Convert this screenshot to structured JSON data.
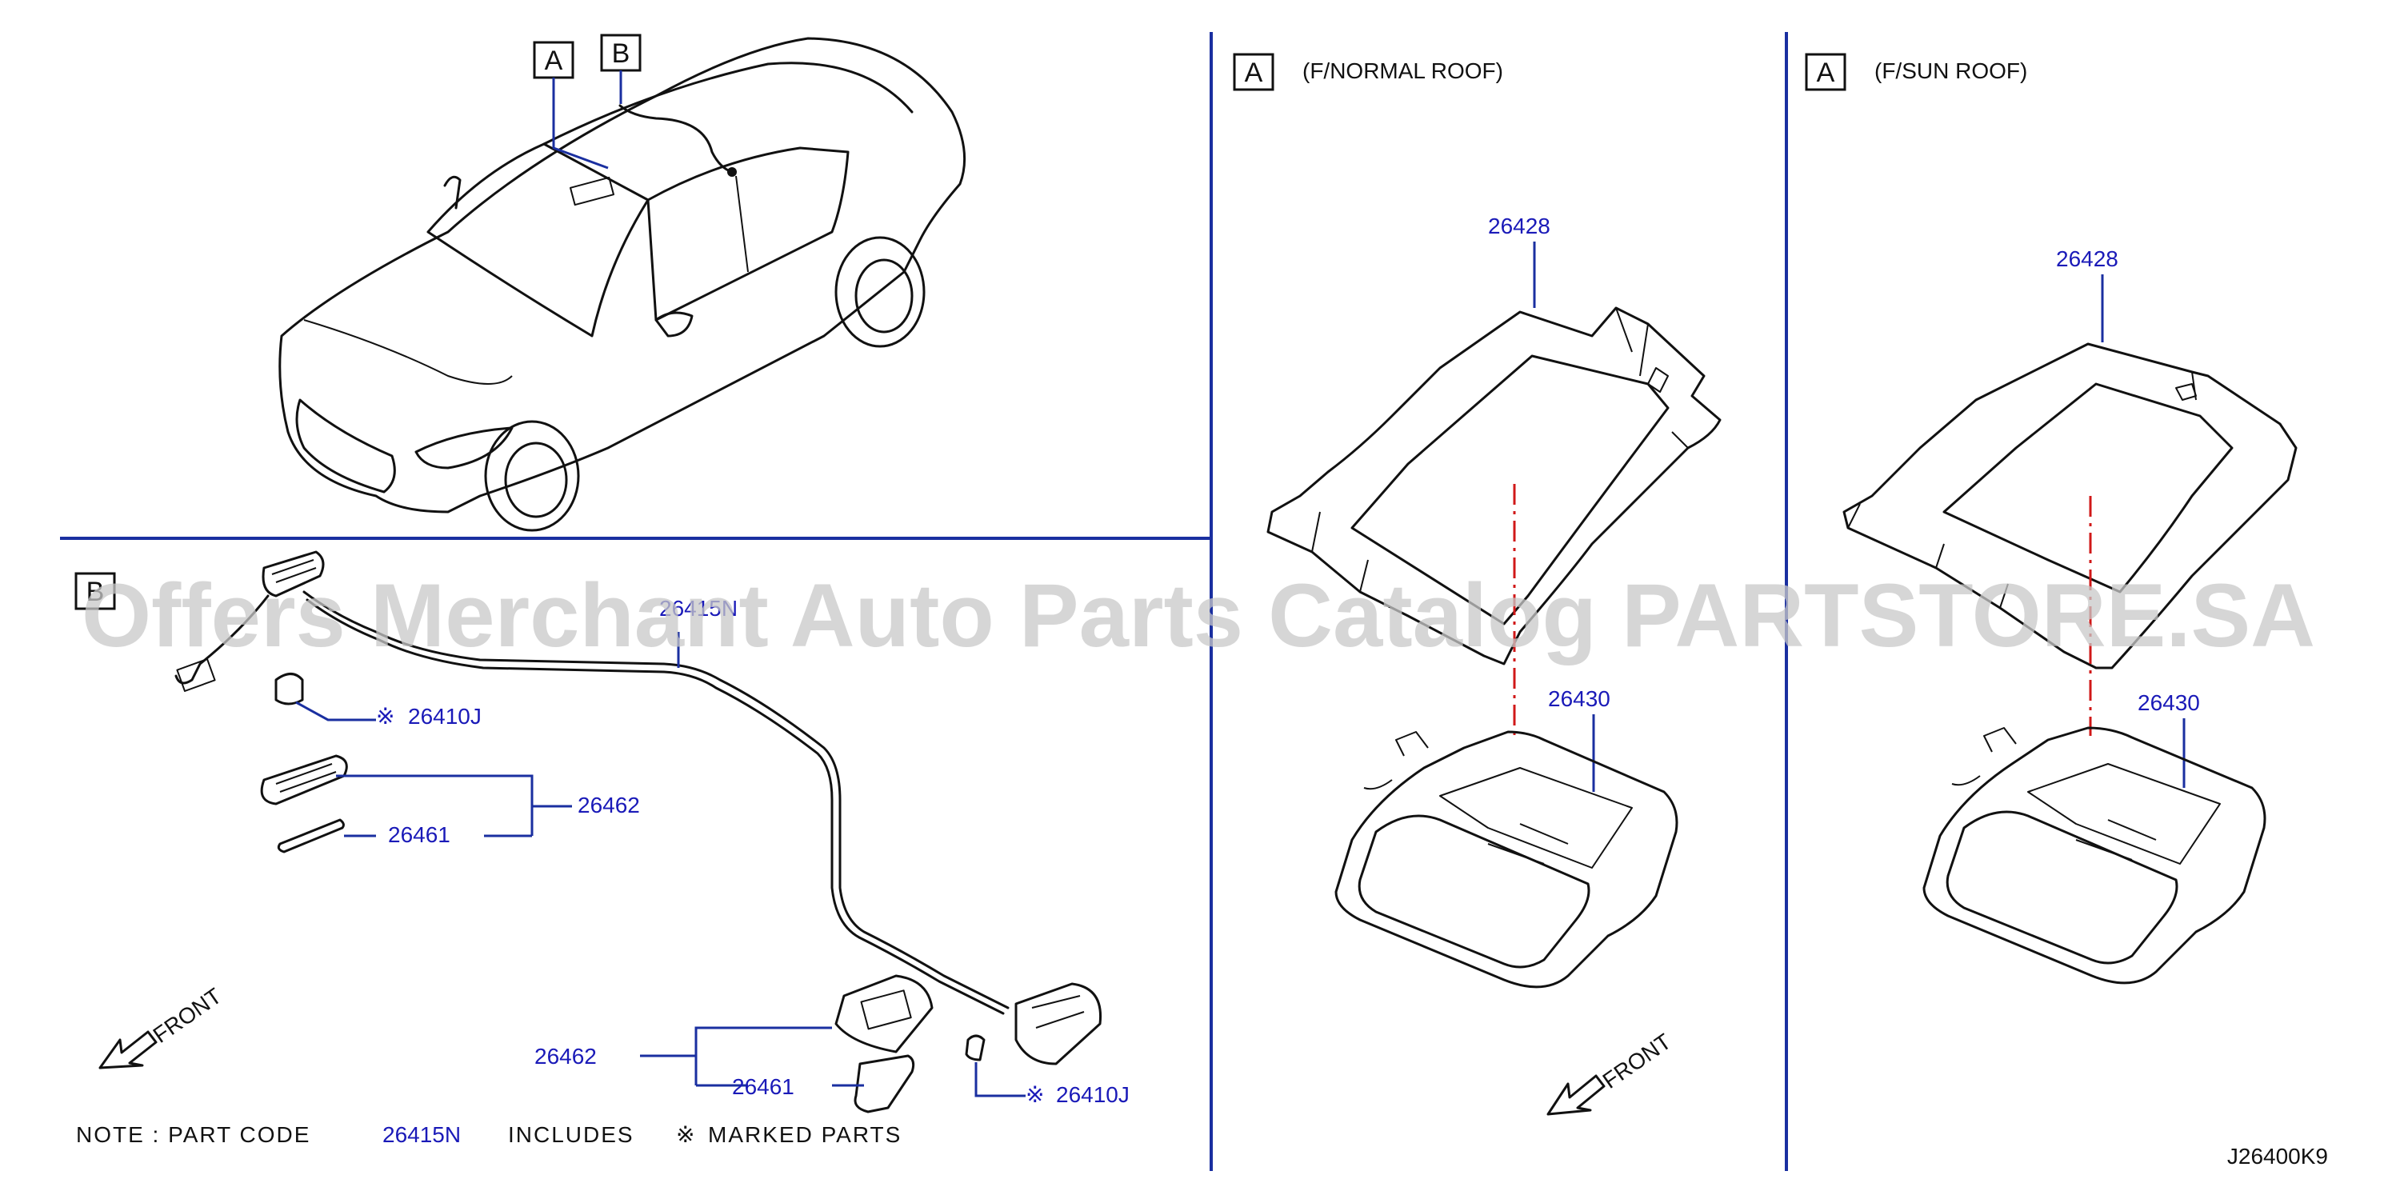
{
  "watermark": "Offers Merchant Auto Parts Catalog PARTSTORE.SA",
  "drawing_code": "J26400K9",
  "markers": {
    "view_a": "A",
    "view_b": "B"
  },
  "view_normal_roof": {
    "marker": "A",
    "caption": "(F/NORMAL   ROOF)",
    "frame_part": "26428",
    "lamp_part": "26430",
    "direction": "FRONT"
  },
  "view_sun_roof": {
    "marker": "A",
    "caption": "(F/SUN   ROOF)",
    "frame_part": "26428",
    "lamp_part": "26430"
  },
  "view_b": {
    "marker": "B",
    "harness_part": "26415N",
    "bulb_part_upper": "26410J",
    "bulb_part_lower": "26410J",
    "mark_symbol": "※",
    "lamp_assy_upper": "26462",
    "lens_upper": "26461",
    "lamp_assy_lower": "26462",
    "lens_lower": "26461",
    "direction": "FRONT"
  },
  "note": {
    "prefix": "NOTE   :   PART   CODE",
    "part_code": "26415N",
    "includes": "INCLUDES",
    "mark_symbol": "※",
    "marked_parts": "MARKED   PARTS"
  },
  "colors": {
    "part_number": "#1a1ab8",
    "leader": "#1a2fa0",
    "center_line": "#d01818"
  }
}
